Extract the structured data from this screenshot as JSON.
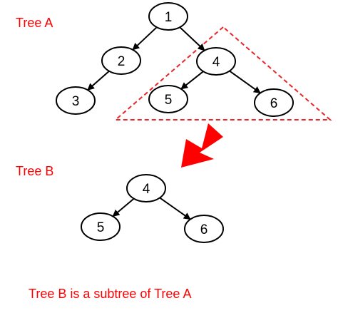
{
  "colors": {
    "label": "#ff0000",
    "highlight_triangle": "#e8262b",
    "arrow": "#ff0000",
    "node_stroke": "#000000",
    "node_text": "#000000"
  },
  "labels": {
    "tree_a": "Tree A",
    "tree_b": "Tree B",
    "caption": "Tree B is a subtree of Tree A"
  },
  "tree_a": {
    "nodes": [
      {
        "id": "a1",
        "label": "1"
      },
      {
        "id": "a2",
        "label": "2"
      },
      {
        "id": "a4",
        "label": "4"
      },
      {
        "id": "a3",
        "label": "3"
      },
      {
        "id": "a5",
        "label": "5"
      },
      {
        "id": "a6",
        "label": "6"
      }
    ],
    "edges": [
      {
        "from": "a1",
        "to": "a2"
      },
      {
        "from": "a1",
        "to": "a4"
      },
      {
        "from": "a2",
        "to": "a3"
      },
      {
        "from": "a4",
        "to": "a5"
      },
      {
        "from": "a4",
        "to": "a6"
      }
    ]
  },
  "tree_b": {
    "nodes": [
      {
        "id": "b4",
        "label": "4"
      },
      {
        "id": "b5",
        "label": "5"
      },
      {
        "id": "b6",
        "label": "6"
      }
    ],
    "edges": [
      {
        "from": "b4",
        "to": "b5"
      },
      {
        "from": "b4",
        "to": "b6"
      }
    ]
  }
}
